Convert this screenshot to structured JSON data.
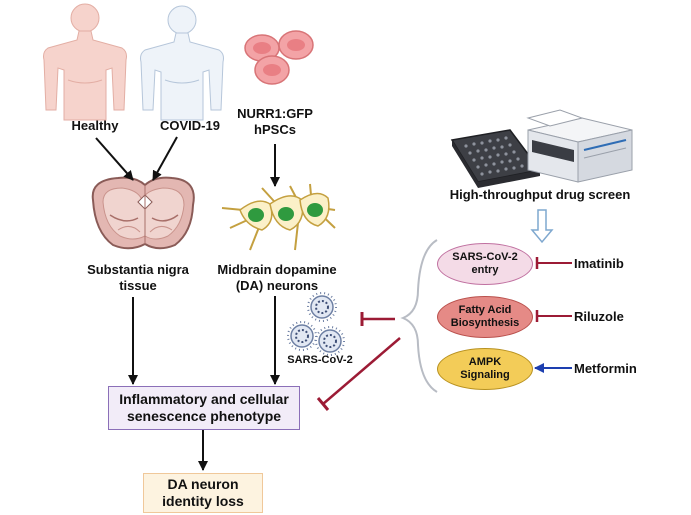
{
  "labels": {
    "healthy": "Healthy",
    "covid19": "COVID-19",
    "nurr1_line1": "NURR1:GFP",
    "nurr1_line2": "hPSCs",
    "substantia_line1": "Substantia nigra",
    "substantia_line2": "tissue",
    "da_line1": "Midbrain dopamine",
    "da_line2": "(DA) neurons",
    "sars_cov2": "SARS-CoV-2",
    "drug_screen": "High-throughput drug screen"
  },
  "boxes": {
    "phenotype_line1": "Inflammatory and cellular",
    "phenotype_line2": "senescence phenotype",
    "identity_line1": "DA neuron",
    "identity_line2": "identity loss"
  },
  "pathways": [
    {
      "line1": "SARS-CoV-2",
      "line2": "entry",
      "drug": "Imatinib",
      "effect": "inhibits",
      "color": "#f4dbe7",
      "border": "#c070a0"
    },
    {
      "line1": "Fatty Acid",
      "line2": "Biosynthesis",
      "drug": "Riluzole",
      "effect": "inhibits",
      "color": "#e58a86",
      "border": "#b9504c"
    },
    {
      "line1": "AMPK",
      "line2": "Signaling",
      "drug": "Metformin",
      "effect": "activates",
      "color": "#f3cc58",
      "border": "#b8911f"
    }
  ],
  "colors": {
    "inhibit": "#9c1b35",
    "activate": "#1d3fb0",
    "phenotype_fill": "#f2ecf8",
    "phenotype_border": "#8b6fb8",
    "identity_fill": "#fdf3e0",
    "identity_border": "#f0c89a"
  }
}
